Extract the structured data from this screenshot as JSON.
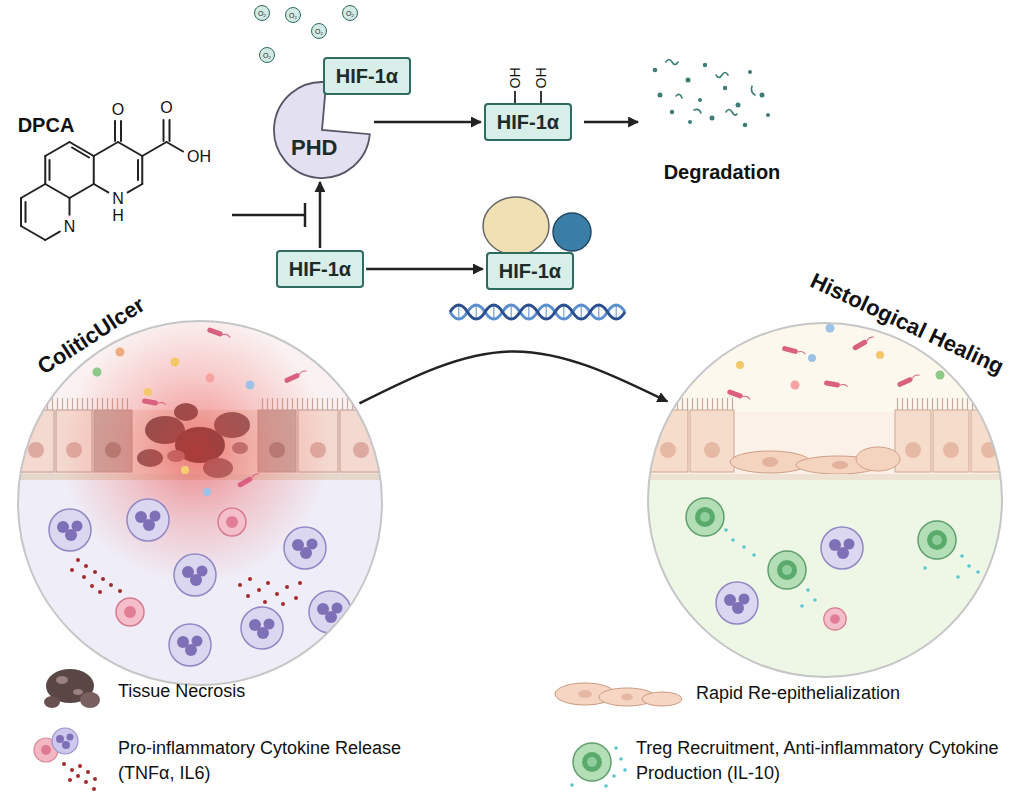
{
  "diagram": {
    "nodes": [
      {
        "text": [
          "O₂"
        ]
      },
      {
        "text": [
          "O₂"
        ]
      },
      {
        "text": [
          "O₂"
        ]
      },
      {
        "text": [
          "O₂"
        ]
      },
      {
        "text": [
          "O₂"
        ]
      },
      {
        "text": [
          "PHD"
        ]
      },
      {
        "text": [
          "HIF-1α"
        ]
      },
      {
        "text": [
          "HIF-1α"
        ]
      },
      {
        "text": [
          "HIF-1α"
        ]
      },
      {
        "text": [
          "HIF-1α"
        ]
      },
      {
        "text": [
          "ColiticUlcer"
        ]
      },
      {
        "text": [
          "Histological Healing"
        ]
      }
    ],
    "edges": [
      {
        "from": 5,
        "to": 7,
        "arrow": "to"
      },
      {
        "from": 8,
        "to": 5,
        "arrow": "to"
      },
      {
        "from": 8,
        "to": 9,
        "arrow": "to"
      },
      {
        "from": 10,
        "to": 11,
        "arrow": "to"
      }
    ],
    "labels": [
      "DPCA",
      "O",
      "O",
      "OH",
      "N",
      "H",
      "N",
      "OH",
      "OH",
      "Degradation"
    ],
    "legend": [
      {
        "text": "Tissue Necrosis"
      },
      {
        "text": "Pro-inflammatory Cytokine Release (TNFα, IL6)"
      },
      {
        "text": "Rapid Re-epithelialization"
      },
      {
        "text": "Treg Recruitment, Anti-inflammatory Cytokine Production (IL-10)"
      }
    ]
  }
}
